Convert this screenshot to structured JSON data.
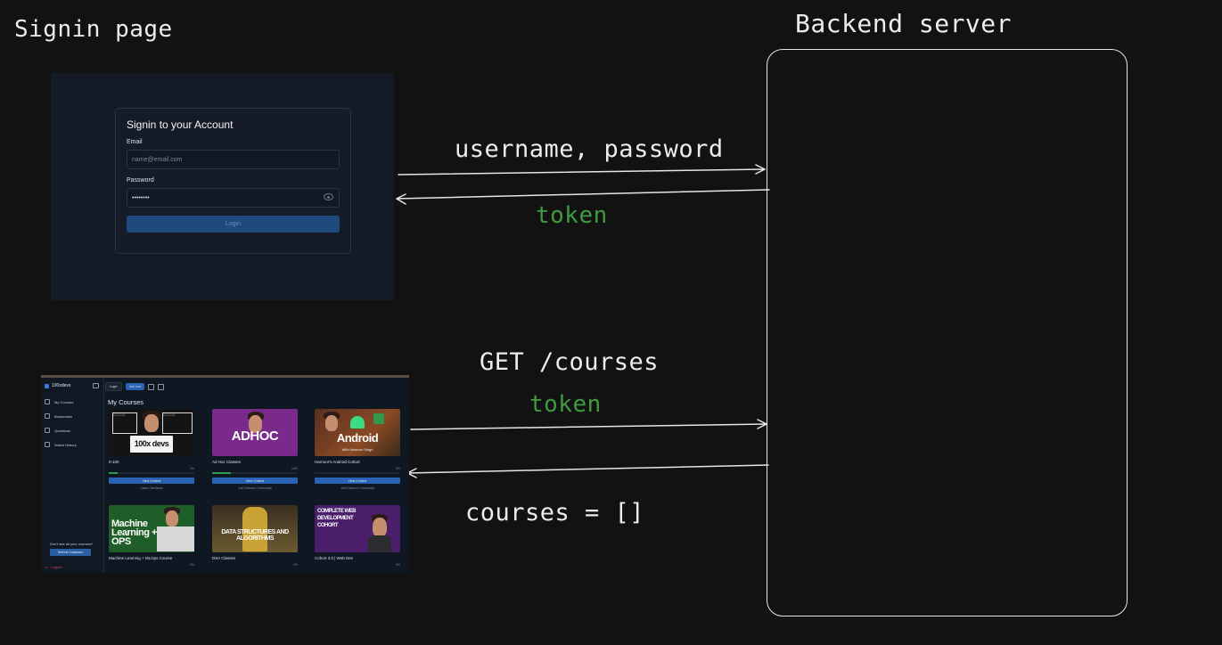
{
  "labels": {
    "signin_page": "Signin page",
    "backend_server": "Backend server",
    "request1": "username, password",
    "response1": "token",
    "request2_route": "GET /courses",
    "request2_token": "token",
    "response2": "courses = []"
  },
  "colors": {
    "background": "#121212",
    "line": "#e6e6e6",
    "token_green": "#3f9b3f"
  },
  "signin_screenshot": {
    "title": "Signin to your Account",
    "email_label": "Email",
    "email_placeholder": "name@email.com",
    "password_label": "Password",
    "password_value": "••••••••",
    "login_button": "Login"
  },
  "dashboard_screenshot": {
    "brand": "100xdevs",
    "top": {
      "pill1": "Login",
      "pill2": "Join now"
    },
    "nav": [
      "My Courses",
      "Bookmarks",
      "Questions",
      "Watch History"
    ],
    "heading": "My Courses",
    "side_question": "Don't see all your courses?",
    "side_button": "Refresh Database",
    "logout": "Logout",
    "courses": [
      {
        "thumb_text": "100x devs cohort",
        "title": "0-100",
        "percent": "1%",
        "progress": 0.1,
        "button": "View Content",
        "link": "Class Overflows"
      },
      {
        "thumb_text": "ADHOC",
        "title": "Ad Hoc Classes",
        "percent": "14%",
        "progress": 0.22,
        "button": "View Content",
        "link": "Join Discord Community"
      },
      {
        "thumb_text": "Android",
        "thumb_sub": "With Harnoor Singh",
        "title": "Harnoor's Android Cohort",
        "percent": "0%",
        "progress": 0,
        "button": "View Content",
        "link": "Join Discord Community"
      },
      {
        "thumb_text": "Machine Learning + OPS",
        "title": "Machine Learning + MLOps Course",
        "percent": "0%",
        "progress": 0
      },
      {
        "thumb_text": "DATA STRUCTURES AND ALGORITHMS",
        "title": "DSA Classes",
        "percent": "0%",
        "progress": 0
      },
      {
        "thumb_text": "COMPLETE WEB DEVELOPMENT COHORT",
        "title": "Cohort 3.0 | Web Dev",
        "percent": "0%",
        "progress": 0
      }
    ]
  }
}
